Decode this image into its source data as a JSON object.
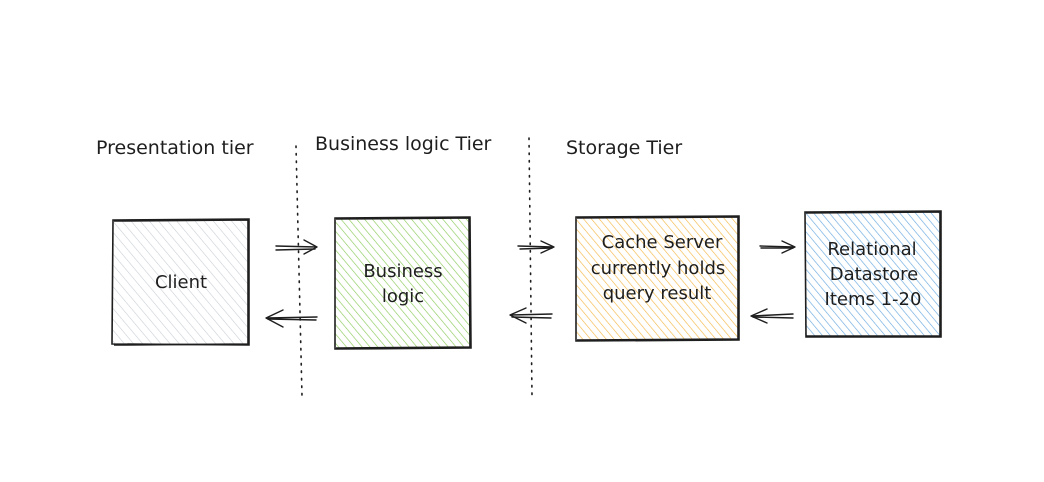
{
  "tiers": {
    "presentation": "Presentation tier",
    "business": "Business logic Tier",
    "storage": "Storage Tier"
  },
  "boxes": {
    "client": {
      "lines": [
        "Client"
      ],
      "fill": "#e9ecef",
      "hatch": "#c9ced4"
    },
    "business": {
      "lines": [
        "Business",
        "logic"
      ],
      "fill": "#d3f9d8",
      "hatch": "#8ccb5c"
    },
    "cache": {
      "lines": [
        "Cache Server",
        "currently holds",
        "query result"
      ],
      "fill": "#ffec99",
      "hatch": "#f5b94a"
    },
    "datastore": {
      "lines": [
        "Relational",
        "Datastore",
        "Items 1-20"
      ],
      "fill": "#d0ebff",
      "hatch": "#6aa9e0"
    }
  },
  "colors": {
    "stroke": "#1e1e1e",
    "background": "#ffffff"
  }
}
